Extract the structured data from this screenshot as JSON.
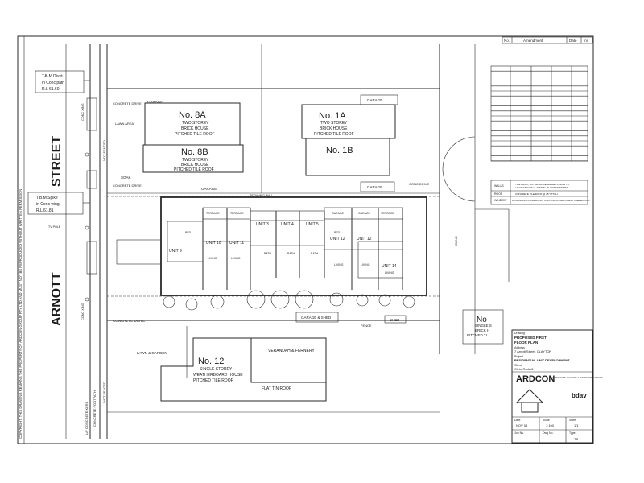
{
  "revision_block": {
    "col1": "No.",
    "col2": "Amendment",
    "col3": "Date",
    "col4": "Init"
  },
  "street_top": "STREET",
  "street_bottom": "ARNOTT",
  "tbm_top": [
    "T.B.M Rivet",
    "in Conc path",
    "R.L 61.60"
  ],
  "tbm_bottom": [
    "T.B.M Spike",
    "in Conc wing",
    "R.L 61.81"
  ],
  "margin_text": "COPYRIGHT: THIS DRAWING REMAINS THE PROPERTY OF ARDCON GROUP PTY LTD AND MUST NOT BE REPRODUCED WITHOUT WRITTEN PERMISSION",
  "edge_labels": {
    "conc_xing": "CONC XING",
    "not_fenced": "NOT FENCED",
    "concrete_footpath": "CONCRETE FOOTPATH",
    "kerb": "L/F CONCRETE KERB",
    "tv_pole": "TV POLE",
    "lawn": "LAWN AREA",
    "garage": "GARAGE",
    "concrete_drive": "CONCRETE DRIVE",
    "soak": "SOAK"
  },
  "neighbours": {
    "n8a": {
      "no": "No. 8A",
      "desc": [
        "TWO STOREY",
        "BRICK HOUSE",
        "PITCHED TILE ROOF"
      ]
    },
    "n8b": {
      "no": "No. 8B",
      "desc": [
        "TWO STOREY",
        "BRICK HOUSE",
        "PITCHED TILE ROOF"
      ]
    },
    "n1a": {
      "no": "No. 1A",
      "desc": [
        "TWO STOREY",
        "BRICK HOUSE",
        "PITCHED TILE ROOF"
      ]
    },
    "n1b": {
      "no": "No. 1B",
      "desc": []
    },
    "n12": {
      "no": "No. 12",
      "desc": [
        "SINGLE STOREY",
        "WEATHERBOARD HOUSE",
        "PITCHED TILE ROOF"
      ]
    },
    "right_partial": {
      "no": "No",
      "desc": [
        "SINGLE S",
        "BRICK H",
        "PITCHED TI"
      ]
    }
  },
  "units": {
    "u9": "UNIT 9",
    "u10": "UNIT 10",
    "u11": "UNIT 11",
    "u3": "UNIT 3",
    "u4": "UNIT 4",
    "u5": "UNIT 5",
    "u12": "UNIT 12",
    "u13": "UNIT 12",
    "u14": "UNIT 14",
    "terrace": "TERRACE",
    "bed": "BED",
    "living": "LIVING",
    "garage": "GARAGE",
    "bath": "BATH"
  },
  "site_labels": {
    "concrete_drive_bottom": "CONCRETE DRIVE",
    "garage_shed": "GARAGE & SHED",
    "shed": "SHED",
    "lawn_garden": "LAWN & GARDEN",
    "verandah": "VERANDAH & FERNERY",
    "flat_tin_roof": "FLAT TIN ROOF",
    "conc_drive_right": "CONC DRIVE",
    "retaining_wall": "RETAINING WALL",
    "fence": "FENCE",
    "conc": "CONC"
  },
  "schedule_notes": [
    "TILE BRICK, EXTERNAL RENDERED FINISH TO",
    "LIGHT WEIGHT CLADDING, ALLOWED TIMBER"
  ],
  "schedule_rows": [
    "CONCRETE TILE ROOF @ 25° PITCH",
    "ALUMINIUM POWDERCOAT COLOUR AS PER CLIENT'S SELECTION"
  ],
  "schedule_side_labels": [
    "WALLS",
    "ROOF",
    "WINDOW"
  ],
  "title_block": {
    "drawing_label": "Drawing",
    "drawing": [
      "PROPOSED FIRST",
      "FLOOR PLAN"
    ],
    "address_label": "Address",
    "address": "7 Arnott Street, CLAYTON",
    "project_label": "Project",
    "project": "RESIDENTIAL UNIT DEVELOPMENT",
    "client_label": "Client",
    "client": "Cleto Rodwill",
    "company": "ARDCON",
    "company_sub": "ARCHITECTURAL BUILDING & ENGINEERING DESIGN",
    "bdav": "bdav",
    "date_label": "Date",
    "date": "NOV 08",
    "scale_label": "Scale",
    "scale": "1:100",
    "sheet_label": "Sheet",
    "sheet": "1/1",
    "job_label": "Job No.",
    "dwg_label": "Dwg No.",
    "type_label": "Type",
    "type": "TP"
  }
}
